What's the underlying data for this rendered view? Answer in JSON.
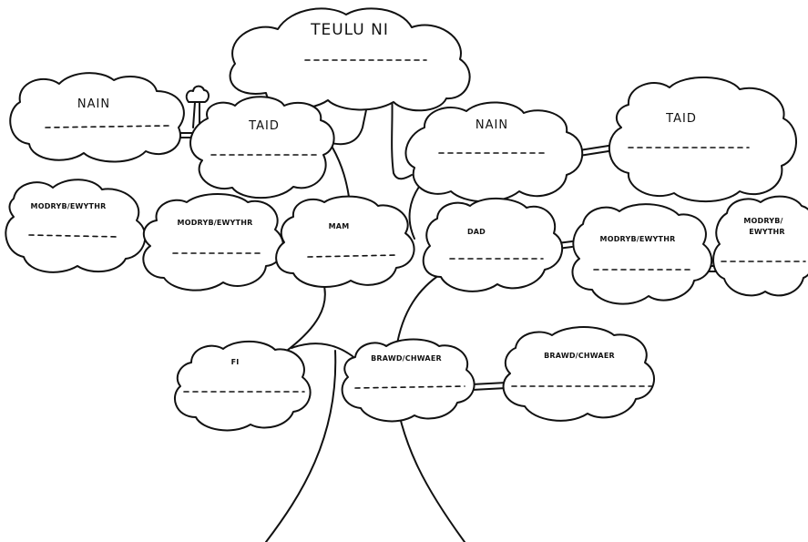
{
  "title": "TEULU NI",
  "nodes": {
    "teulu_ni": "TEULU NI",
    "nain_left": "NAIN",
    "taid_left": "TAID",
    "nain_right": "NAIN",
    "taid_right": "TAID",
    "modryb_1": "MODRYB/EWYTHR",
    "modryb_2": "MODRYB/EWYTHR",
    "mam": "MAM",
    "dad": "DAD",
    "modryb_3": "MODRYB/EWYTHR",
    "modryb_4_line1": "MODRYB/",
    "modryb_4_line2": "EWYTHR",
    "fi": "FI",
    "brawd_1": "BRAWD/CHWAER",
    "brawd_2": "BRAWD/CHWAER"
  }
}
